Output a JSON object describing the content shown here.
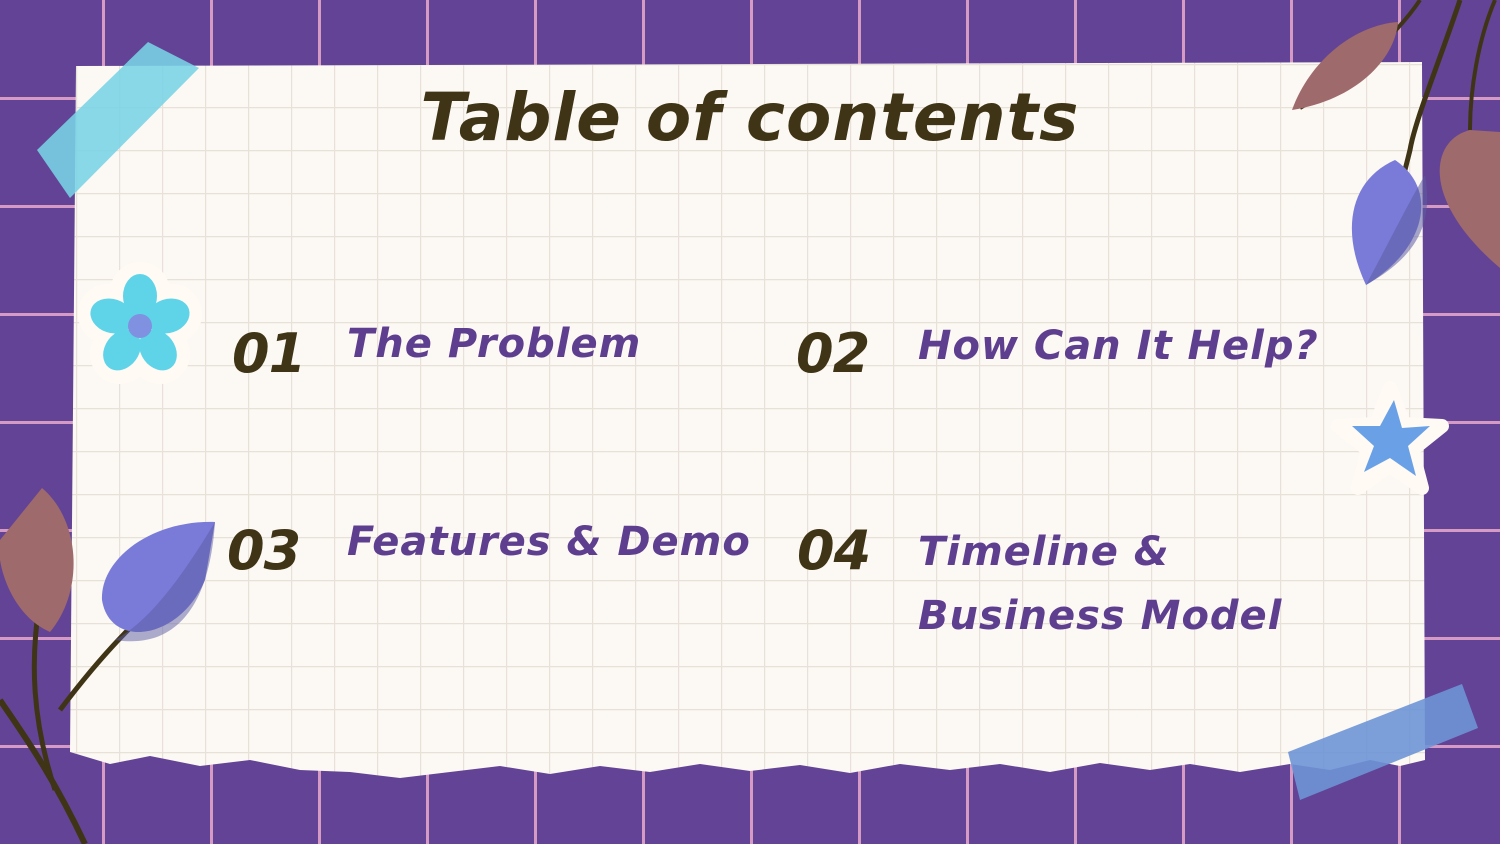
{
  "slide": {
    "title": "Table of contents",
    "items": [
      {
        "number": "01",
        "label": "The Problem"
      },
      {
        "number": "02",
        "label": "How Can It Help?"
      },
      {
        "number": "03",
        "label": "Features & Demo"
      },
      {
        "number": "04",
        "label": "Timeline & Business Model"
      }
    ]
  },
  "colors": {
    "background": "#634395",
    "grid_lines": "#e9aacd",
    "paper": "#fcf8f3",
    "title_text": "#3f3516",
    "label_text": "#5e3e8f",
    "tape_cyan": "#7fd6e6",
    "tape_blue": "#6f97d6",
    "flower": "#5fd4e8",
    "star": "#6aa1e6",
    "leaf_brown": "#9e6a6c",
    "leaf_blue": "#7a7bd8",
    "stem": "#3f3516"
  },
  "icons": [
    "flower-sticker-icon",
    "star-sticker-icon",
    "leaf-icon",
    "washi-tape-icon"
  ]
}
